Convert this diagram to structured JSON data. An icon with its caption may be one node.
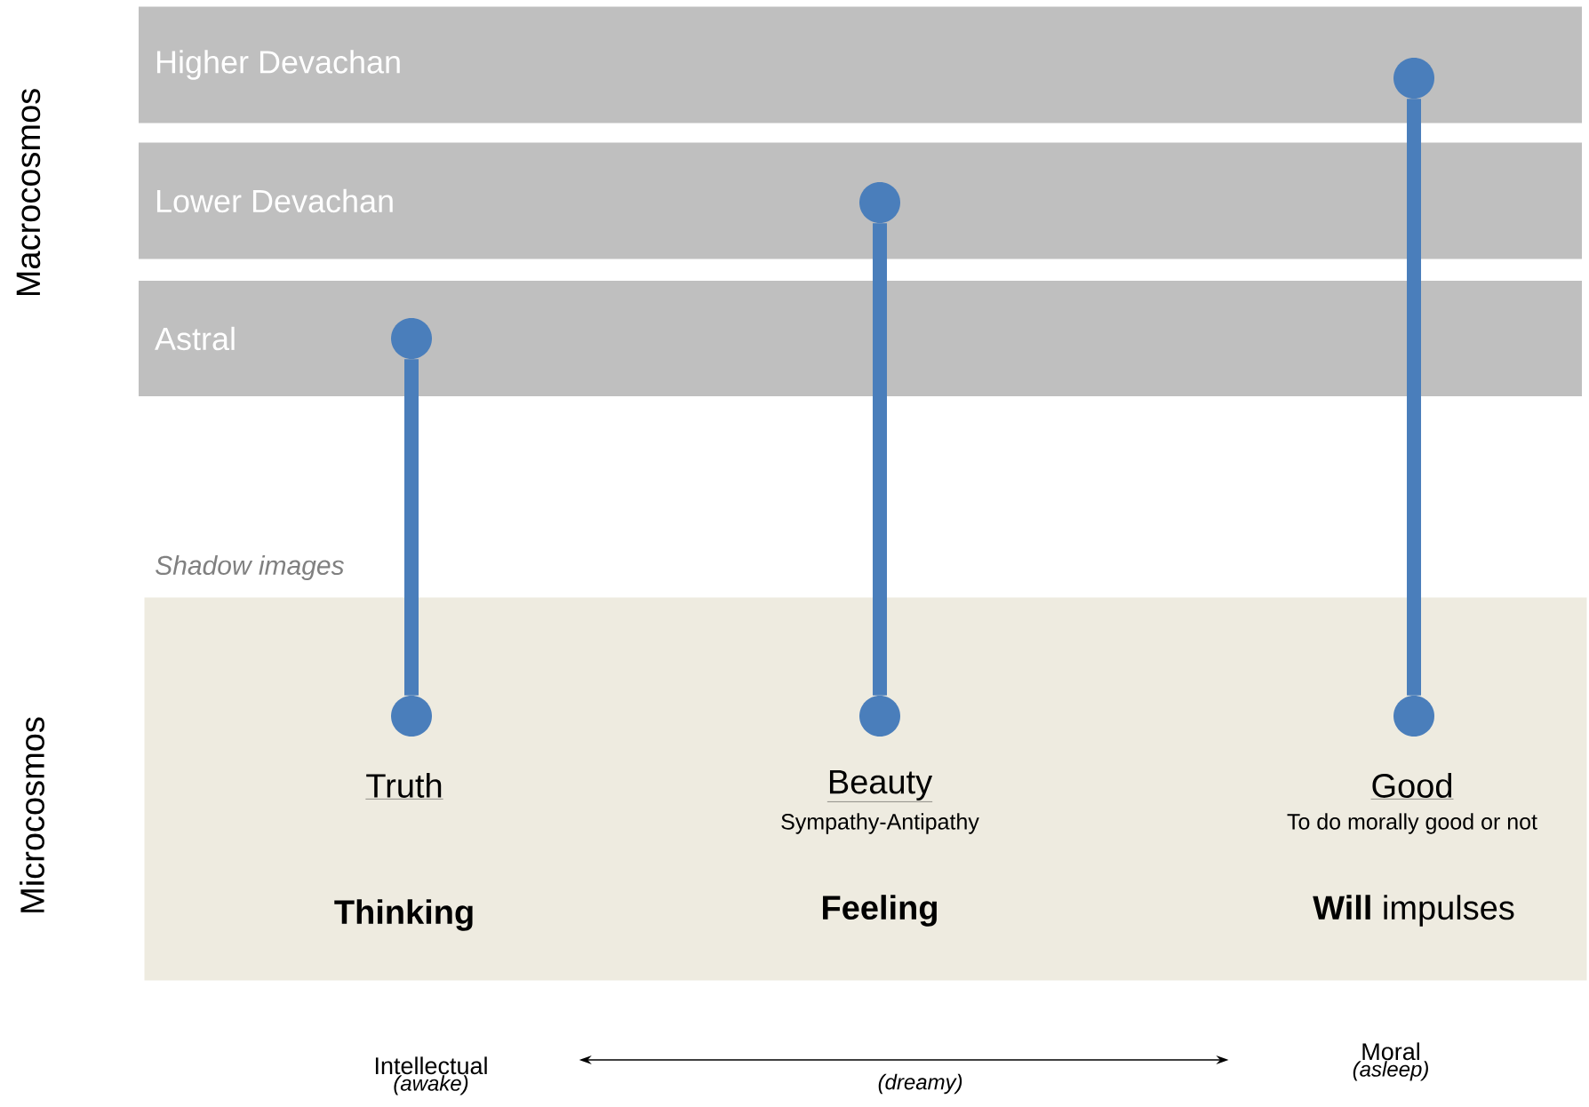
{
  "diagram": {
    "nodes": [
      {
        "text": [
          "Higher Devachan"
        ]
      },
      {
        "text": [
          "Lower Devachan"
        ]
      },
      {
        "text": [
          "Astral"
        ]
      },
      {
        "text": [],
        "shape": "circle",
        "in": 0
      },
      {
        "text": [],
        "shape": "circle",
        "in": 1
      },
      {
        "text": [],
        "shape": "circle",
        "in": 2
      },
      {
        "text": [],
        "shape": "box"
      },
      {
        "text": [],
        "shape": "circle",
        "in": 6,
        "beside": [
          "Truth"
        ]
      },
      {
        "text": [],
        "shape": "circle",
        "in": 6,
        "beside": [
          "Beauty",
          "Sympathy-Antipathy"
        ]
      },
      {
        "text": [],
        "shape": "circle",
        "in": 6,
        "beside": [
          "Good",
          "To do morally good or not"
        ]
      },
      {
        "text": [
          "Intellectual",
          "(awake)"
        ]
      },
      {
        "text": [
          "Moral",
          "(asleep)"
        ]
      }
    ],
    "edges": [
      {
        "from": 5,
        "to": 7,
        "arrow": "none"
      },
      {
        "from": 4,
        "to": 8,
        "arrow": "none"
      },
      {
        "from": 3,
        "to": 9,
        "arrow": "none"
      },
      {
        "from": 10,
        "to": 11,
        "arrow": "both",
        "label": "(dreamy)",
        "color": "#000000"
      }
    ],
    "labels": [
      "Macrocosmos",
      "Shadow images",
      "Microcosmos",
      "Thinking",
      "Feeling",
      "**Will** impulses"
    ]
  }
}
